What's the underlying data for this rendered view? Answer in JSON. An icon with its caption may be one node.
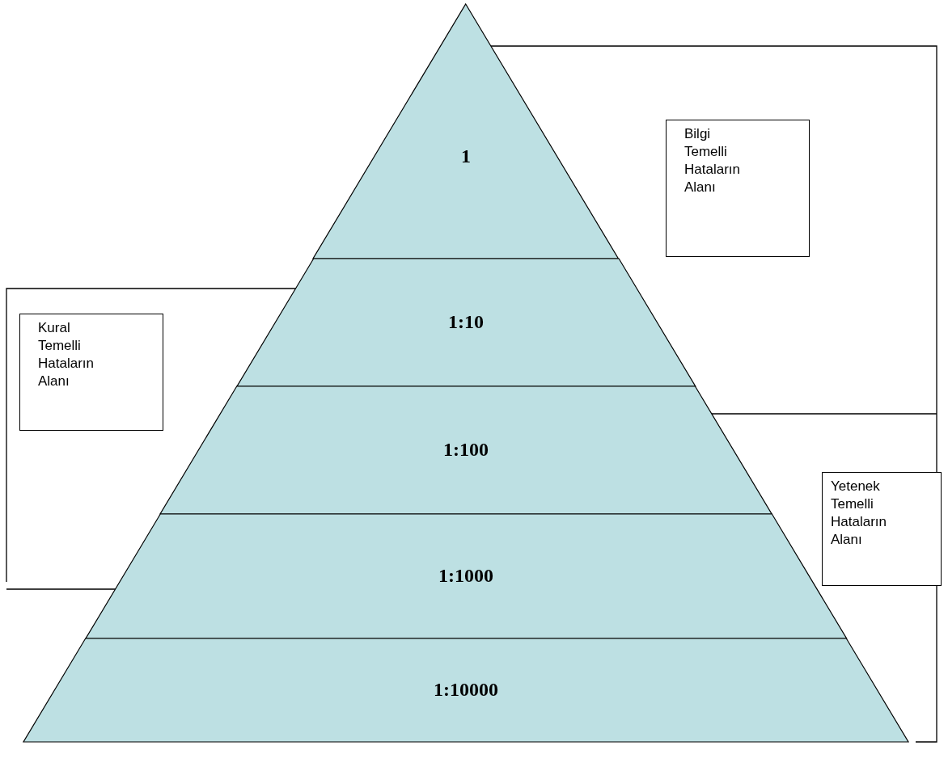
{
  "diagram": {
    "nodes": [
      {
        "text": [
          "1"
        ]
      },
      {
        "text": [
          "1:10"
        ]
      },
      {
        "text": [
          "1:100"
        ]
      },
      {
        "text": [
          "1:1000"
        ]
      },
      {
        "text": [
          "1:10000"
        ]
      },
      {
        "text": [
          "Bilgi Temelli Hataların Alanı"
        ]
      },
      {
        "text": [
          "Kural Temelli Hataların Alanı"
        ]
      },
      {
        "text": [
          "Yetenek Temelli Hataların Alanı"
        ]
      }
    ]
  }
}
